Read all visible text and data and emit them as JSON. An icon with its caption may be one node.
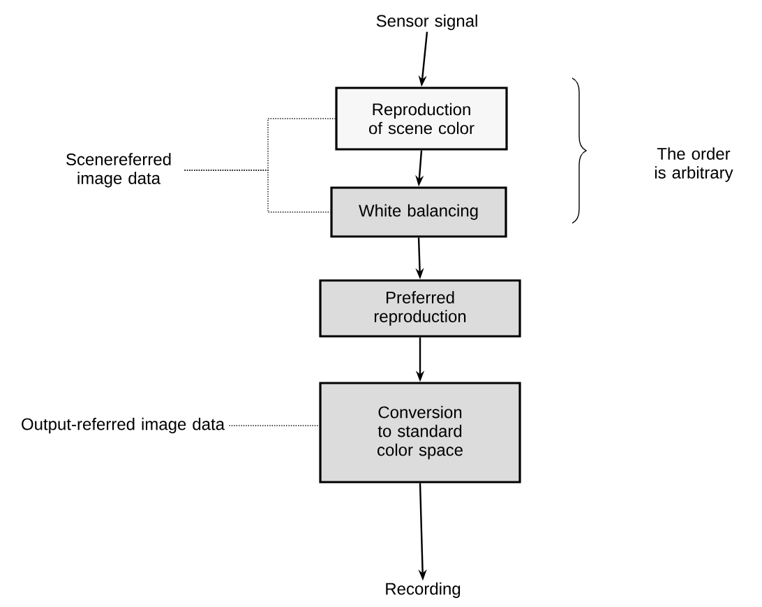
{
  "diagram": {
    "nodes": [
      {
        "text": [
          "Sensor signal"
        ]
      },
      {
        "text": [
          "Reproduction of scene color"
        ]
      },
      {
        "text": [
          "White balancing"
        ]
      },
      {
        "text": [
          "Preferred reproduction"
        ]
      },
      {
        "text": [
          "Conversion to standard color space"
        ]
      },
      {
        "text": [
          "Recording"
        ]
      },
      {
        "text": [
          "Scenereferred image data"
        ]
      },
      {
        "text": [
          "Output-referred image data"
        ]
      }
    ],
    "edges": [
      {
        "from": 0,
        "to": 1,
        "arrow": "to"
      },
      {
        "from": 1,
        "to": 2,
        "arrow": "to"
      },
      {
        "from": 2,
        "to": 3,
        "arrow": "to"
      },
      {
        "from": 3,
        "to": 4,
        "arrow": "to"
      },
      {
        "from": 4,
        "to": 5,
        "arrow": "to"
      },
      {
        "from": 6,
        "to": 1,
        "arrow": "none",
        "style": "dashed"
      },
      {
        "from": 6,
        "to": 2,
        "arrow": "none",
        "style": "dashed"
      },
      {
        "from": 7,
        "to": 4,
        "arrow": "none",
        "style": "dashed"
      }
    ],
    "labels": [
      "The order is arbitrary"
    ]
  }
}
